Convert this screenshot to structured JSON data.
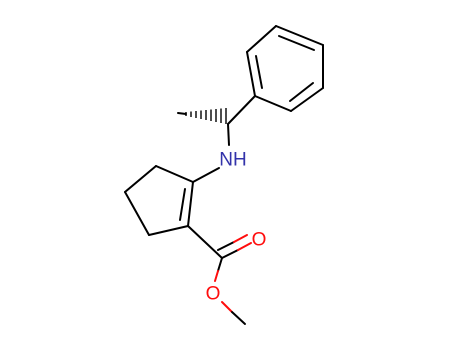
{
  "molecule": {
    "atoms": {
      "nitrogen": "NH",
      "carbonyl_oxygen": "O",
      "ester_oxygen": "O"
    },
    "colors": {
      "bond": "#000000",
      "nitrogen": "#3333aa",
      "oxygen": "#ff0d0d",
      "background": "#ffffff"
    }
  }
}
